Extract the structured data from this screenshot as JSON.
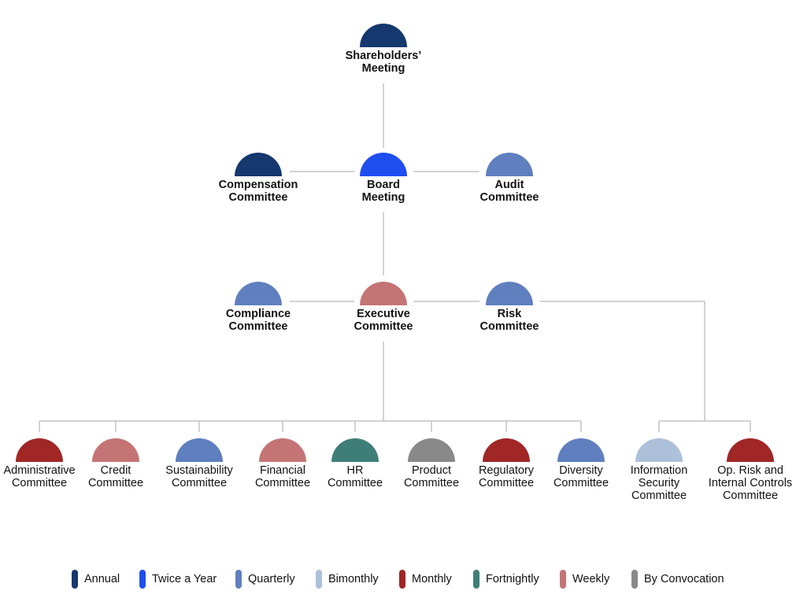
{
  "colors": {
    "annual": "#15386f",
    "twice_a_year": "#1f4ef0",
    "quarterly": "#5f7fbf",
    "bimonthly": "#adc0da",
    "monthly": "#a12626",
    "fortnightly": "#3f7e78",
    "weekly": "#c47474",
    "by_convocation": "#898989",
    "connector": "#c4c4c4"
  },
  "nodes": [
    {
      "id": "shareholders",
      "lines": [
        "Shareholders’",
        "Meeting"
      ],
      "frequency": "annual",
      "bold": true
    },
    {
      "id": "compensation",
      "lines": [
        "Compensation",
        "Committee"
      ],
      "frequency": "annual",
      "bold": true
    },
    {
      "id": "board",
      "lines": [
        "Board",
        "Meeting"
      ],
      "frequency": "twice_a_year",
      "bold": true
    },
    {
      "id": "audit",
      "lines": [
        "Audit",
        "Committee"
      ],
      "frequency": "quarterly",
      "bold": true
    },
    {
      "id": "compliance",
      "lines": [
        "Compliance",
        "Committee"
      ],
      "frequency": "quarterly",
      "bold": true
    },
    {
      "id": "executive",
      "lines": [
        "Executive",
        "Committee"
      ],
      "frequency": "weekly",
      "bold": true
    },
    {
      "id": "risk",
      "lines": [
        "Risk",
        "Committee"
      ],
      "frequency": "quarterly",
      "bold": true
    },
    {
      "id": "administrative",
      "lines": [
        "Administrative",
        "Committee"
      ],
      "frequency": "monthly",
      "bold": false
    },
    {
      "id": "credit",
      "lines": [
        "Credit",
        "Committee"
      ],
      "frequency": "weekly",
      "bold": false
    },
    {
      "id": "sustainability",
      "lines": [
        "Sustainability",
        "Committee"
      ],
      "frequency": "quarterly",
      "bold": false
    },
    {
      "id": "financial",
      "lines": [
        "Financial",
        "Committee"
      ],
      "frequency": "weekly",
      "bold": false
    },
    {
      "id": "hr",
      "lines": [
        "HR",
        "Committee"
      ],
      "frequency": "fortnightly",
      "bold": false
    },
    {
      "id": "product",
      "lines": [
        "Product",
        "Committee"
      ],
      "frequency": "by_convocation",
      "bold": false
    },
    {
      "id": "regulatory",
      "lines": [
        "Regulatory",
        "Committee"
      ],
      "frequency": "monthly",
      "bold": false
    },
    {
      "id": "diversity",
      "lines": [
        "Diversity",
        "Committee"
      ],
      "frequency": "quarterly",
      "bold": false
    },
    {
      "id": "information_security",
      "lines": [
        "Information",
        "Security",
        "Committee"
      ],
      "frequency": "bimonthly",
      "bold": false
    },
    {
      "id": "op_risk",
      "lines": [
        "Op. Risk and",
        "Internal Controls",
        "Committee"
      ],
      "frequency": "monthly",
      "bold": false
    }
  ],
  "edges": [
    [
      "shareholders",
      "board"
    ],
    [
      "board",
      "compensation"
    ],
    [
      "board",
      "audit"
    ],
    [
      "board",
      "executive"
    ],
    [
      "executive",
      "compliance"
    ],
    [
      "executive",
      "risk"
    ],
    [
      "executive",
      "administrative"
    ],
    [
      "executive",
      "credit"
    ],
    [
      "executive",
      "sustainability"
    ],
    [
      "executive",
      "financial"
    ],
    [
      "executive",
      "hr"
    ],
    [
      "executive",
      "product"
    ],
    [
      "executive",
      "regulatory"
    ],
    [
      "executive",
      "diversity"
    ],
    [
      "risk",
      "information_security"
    ],
    [
      "risk",
      "op_risk"
    ]
  ],
  "legend": [
    {
      "key": "annual",
      "label": "Annual"
    },
    {
      "key": "twice_a_year",
      "label": "Twice a Year"
    },
    {
      "key": "quarterly",
      "label": "Quarterly"
    },
    {
      "key": "bimonthly",
      "label": "Bimonthly"
    },
    {
      "key": "monthly",
      "label": "Monthly"
    },
    {
      "key": "fortnightly",
      "label": "Fortnightly"
    },
    {
      "key": "weekly",
      "label": "Weekly"
    },
    {
      "key": "by_convocation",
      "label": "By Convocation"
    }
  ]
}
